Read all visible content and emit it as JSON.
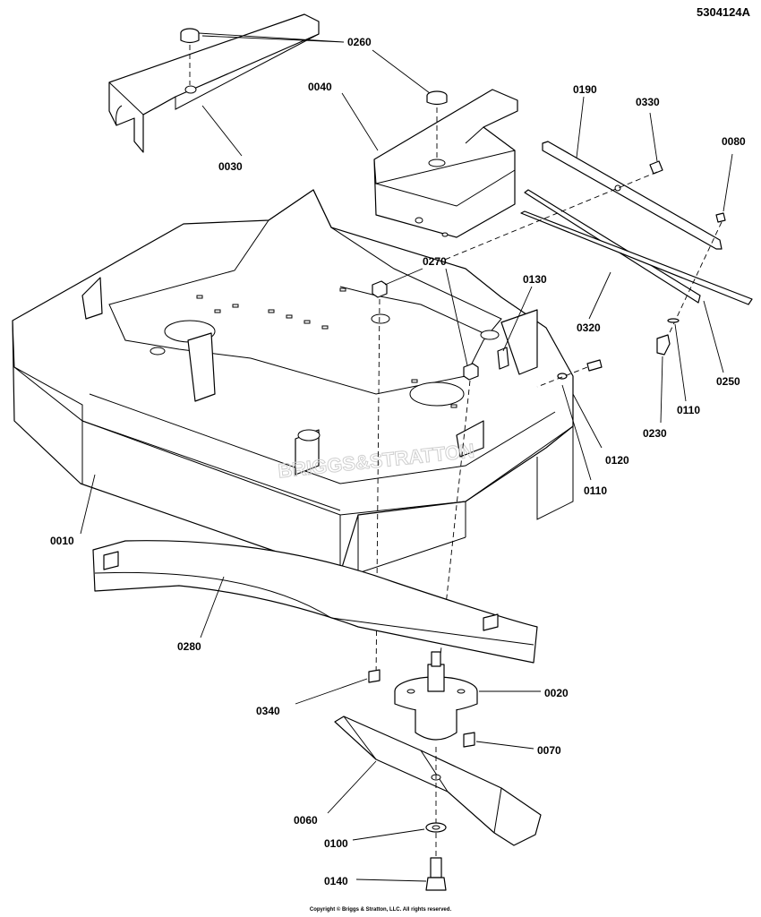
{
  "drawing_number": "5304124A",
  "copyright": "Copyright © Briggs & Stratton, LLC. All rights reserved.",
  "watermark": "BRIGGS&STRATTON",
  "callouts": [
    {
      "id": "c0260",
      "label": "0260"
    },
    {
      "id": "c0040",
      "label": "0040"
    },
    {
      "id": "c0030",
      "label": "0030"
    },
    {
      "id": "c0190",
      "label": "0190"
    },
    {
      "id": "c0330",
      "label": "0330"
    },
    {
      "id": "c0080",
      "label": "0080"
    },
    {
      "id": "c0270",
      "label": "0270"
    },
    {
      "id": "c0130",
      "label": "0130"
    },
    {
      "id": "c0320",
      "label": "0320"
    },
    {
      "id": "c0250",
      "label": "0250"
    },
    {
      "id": "c0230",
      "label": "0230"
    },
    {
      "id": "c0110a",
      "label": "0110"
    },
    {
      "id": "c0120",
      "label": "0120"
    },
    {
      "id": "c0110b",
      "label": "0110"
    },
    {
      "id": "c0010",
      "label": "0010"
    },
    {
      "id": "c0280",
      "label": "0280"
    },
    {
      "id": "c0020",
      "label": "0020"
    },
    {
      "id": "c0340",
      "label": "0340"
    },
    {
      "id": "c0070",
      "label": "0070"
    },
    {
      "id": "c0060",
      "label": "0060"
    },
    {
      "id": "c0100",
      "label": "0100"
    },
    {
      "id": "c0140",
      "label": "0140"
    }
  ]
}
